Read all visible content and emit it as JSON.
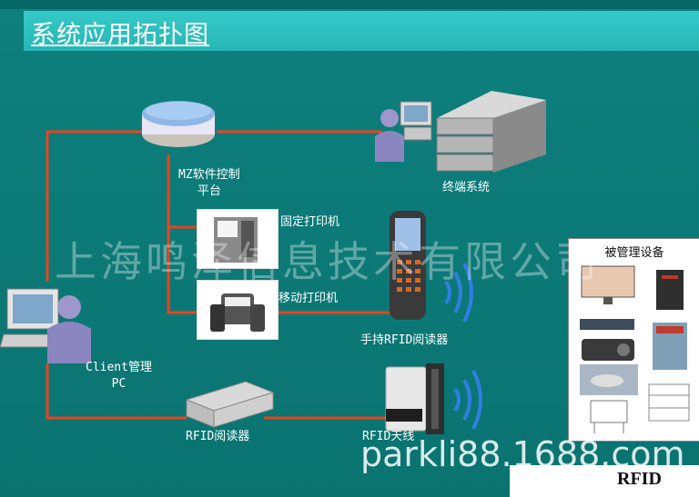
{
  "title": "系统应用拓扑图",
  "nodes": {
    "control_platform": "MZ软件控制\n平台",
    "terminal_system": "终端系统",
    "fixed_printer": "固定打印机",
    "mobile_printer": "移动打印机",
    "handheld_reader": "手持RFID阅读器",
    "client_pc": "Client管理\nPC",
    "rfid_reader": "RFID阅读器",
    "rfid_antenna": "RFID天线"
  },
  "managed_panel": {
    "title": "被管理设备"
  },
  "watermark": "上海鸣泽信息技术有限公司",
  "footer_url": "parkli88.1688.com",
  "footer_brand": "RFID",
  "colors": {
    "background": "#0d7a78",
    "title_bar": "#2fc2c1",
    "link": "#e8441e"
  }
}
